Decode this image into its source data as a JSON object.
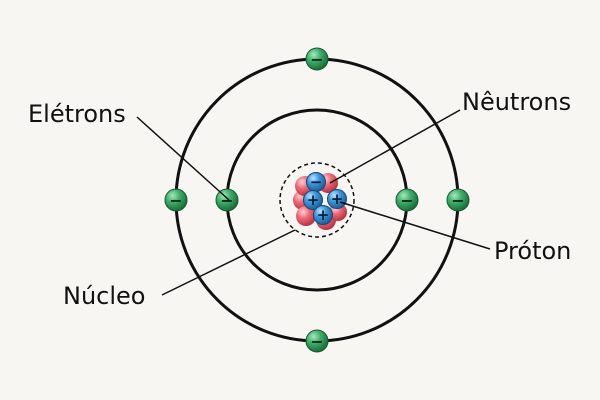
{
  "labels": {
    "electrons": "Elétrons",
    "neutrons": "Nêutrons",
    "proton": "Próton",
    "nucleus": "Núcleo"
  },
  "symbols": {
    "electron": "−",
    "proton": "+"
  },
  "colors": {
    "background": "#f8f6f3",
    "orbit": "#111111",
    "electron": "#2f9d5a",
    "proton": "#2f8fd6",
    "neutron": "#ee5566"
  }
}
